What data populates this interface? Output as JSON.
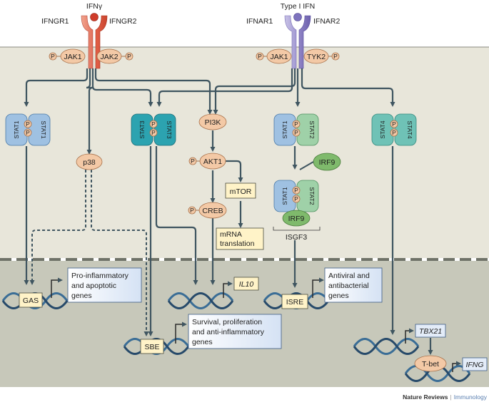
{
  "figure": {
    "ligands": {
      "ifn_gamma": "IFNγ",
      "type_i_ifn": "Type I IFN"
    },
    "receptors": {
      "ifngr1": "IFNGR1",
      "ifngr2": "IFNGR2",
      "ifnar1": "IFNAR1",
      "ifnar2": "IFNAR2"
    },
    "kinases": {
      "jak1_left": "JAK1",
      "jak2": "JAK2",
      "jak1_right": "JAK1",
      "tyk2": "TYK2"
    },
    "phospho": "P",
    "stats": {
      "stat1": "STAT1",
      "stat2": "STAT2",
      "stat3": "STAT3",
      "stat4": "STAT4"
    },
    "signaling": {
      "p38": "p38",
      "pi3k": "PI3K",
      "akt1": "AKT1",
      "mtor": "mTOR",
      "creb": "CREB",
      "mrna_translation_line1": "mRNA",
      "mrna_translation_line2": "translation",
      "irf9": "IRF9",
      "isgf3": "ISGF3"
    },
    "elements": {
      "gas": "GAS",
      "sbe": "SBE",
      "isre": "ISRE"
    },
    "genes": {
      "il10": "IL10",
      "tbx21": "TBX21",
      "tbet": "T-bet",
      "ifng": "IFNG"
    },
    "outcomes": {
      "pro_inflammatory": [
        "Pro-inflammatory",
        "and apoptotic",
        "genes"
      ],
      "survival": [
        "Survival, proliferation",
        "and anti-inflammatory",
        "genes"
      ],
      "antiviral": [
        "Antiviral and",
        "antibacterial",
        "genes"
      ]
    },
    "credit": {
      "journal": "Nature Reviews",
      "separator": "|",
      "section": "Immunology"
    }
  },
  "colors": {
    "cytoplasm": "#e8e6da",
    "nucleus": "#c7c8ba",
    "pathway_line": "#3f5560",
    "kinase": "#f3c9a6",
    "stat1": "#9fc1e2",
    "stat3": "#2ca3b0",
    "stat4": "#6fc2b6",
    "stat2": "#9fd1a8",
    "irf9": "#7fba6c",
    "gene_box": "#fff3c8",
    "outcome_box": "#e3ecf8"
  }
}
